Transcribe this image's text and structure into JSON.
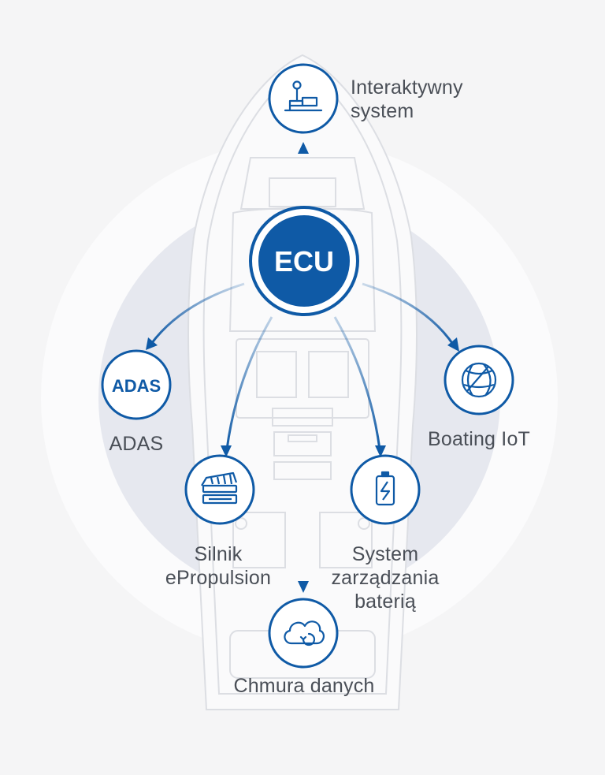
{
  "center": {
    "label": "ECU"
  },
  "nodes": {
    "interactive_system": {
      "icon": "joystick-icon",
      "label_lines": [
        "Interaktywny",
        "system"
      ]
    },
    "adas": {
      "icon_text": "ADAS",
      "label": "ADAS"
    },
    "boating_iot": {
      "icon": "globe-icon",
      "label": "Boating IoT"
    },
    "epropulsion": {
      "icon": "engine-icon",
      "label_lines": [
        "Silnik",
        "ePropulsion"
      ]
    },
    "battery_system": {
      "icon": "battery-icon",
      "label_lines": [
        "System",
        "zarządzania",
        "baterią"
      ]
    },
    "data_cloud": {
      "icon": "cloud-icon",
      "label": "Chmura danych"
    }
  },
  "colors": {
    "accent": "#0f5aa6",
    "accent_light": "#7fb0dc",
    "background": "#f5f5f6",
    "ring_outer": "#fbfbfc",
    "ring_inner": "#e6e8ef",
    "text": "#4a4f57"
  }
}
